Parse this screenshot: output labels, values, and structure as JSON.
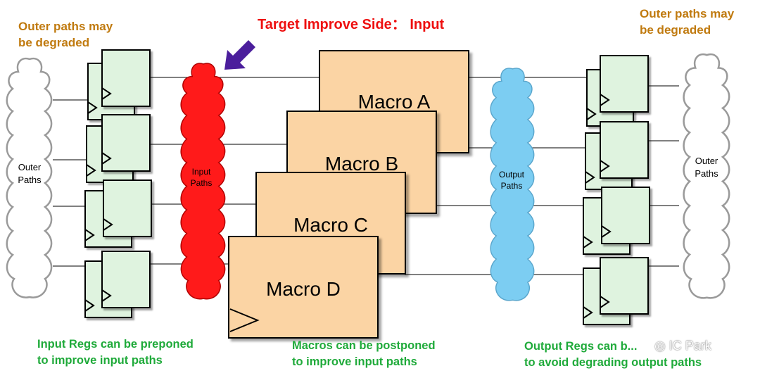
{
  "labels": {
    "outer_left": "Outer paths may\nbe degraded",
    "outer_right": "Outer paths may\nbe degraded",
    "target": "Target Improve Side：  Input",
    "input_regs_note": "Input Regs can be preponed\nto improve input paths",
    "macros_note": "Macros can be postponed\nto improve input paths",
    "output_regs_note": "Output Regs can b...\nto avoid degrading output paths"
  },
  "clouds": {
    "outer_left": "Outer\nPaths",
    "input": "Input\nPaths",
    "output": "Output\nPaths",
    "outer_right": "Outer\nPaths"
  },
  "macros": {
    "a": "Macro A",
    "b": "Macro B",
    "c": "Macro C",
    "d": "Macro D"
  },
  "watermark": "IC Park",
  "colors": {
    "input_cloud": "#ff1a1a",
    "output_cloud": "#7ccdf2",
    "outer_cloud": "#ffffff",
    "macro_fill": "#fbd4a4",
    "register_fill": "#dff3df",
    "arrow": "#4b1e9c",
    "orange_text": "#c07a0f",
    "green_text": "#1faa3a",
    "red_text": "#ee0f0f"
  }
}
